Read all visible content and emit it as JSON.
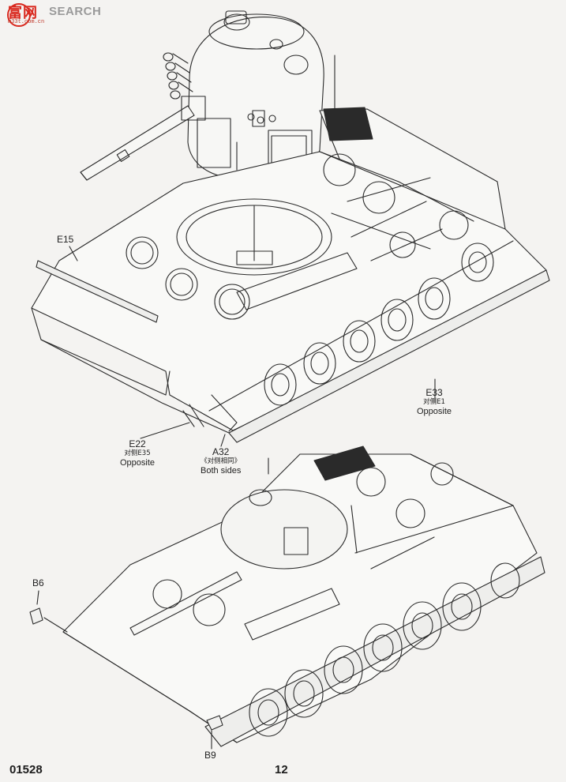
{
  "watermark": {
    "brand_cn": "富",
    "brand_cn2": "网",
    "brand_en": "SEARCH",
    "url": "m33t.com.cn"
  },
  "callouts": {
    "e15": {
      "part": "E15"
    },
    "e33": {
      "part": "E33",
      "cn": "对侧E1",
      "en": "Opposite"
    },
    "e22": {
      "part": "E22",
      "cn": "对侧E35",
      "en": "Opposite"
    },
    "a32": {
      "part": "A32",
      "cn": "《对侧相同》",
      "en": "Both sides"
    },
    "b6": {
      "part": "B6"
    },
    "b9": {
      "part": "B9"
    }
  },
  "footer": {
    "kit_number": "01528",
    "page_number": "12"
  }
}
